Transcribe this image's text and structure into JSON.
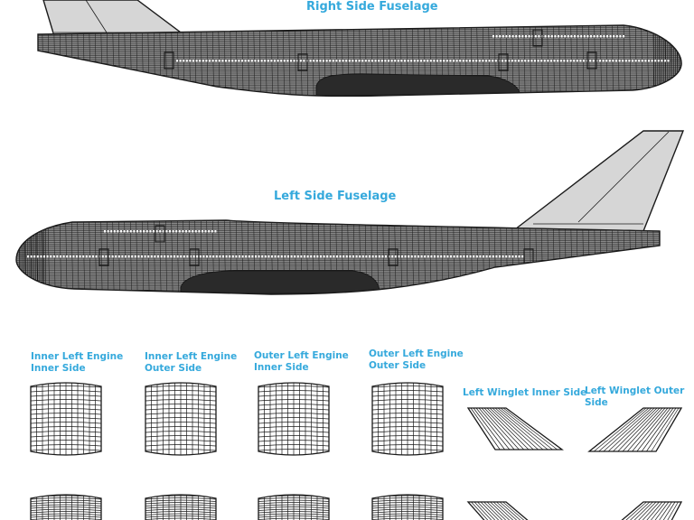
{
  "labels": {
    "right_fuselage": "Right Side Fuselage",
    "left_fuselage": "Left Side Fuselage",
    "engine1": [
      "Inner Left Engine",
      "Inner Side"
    ],
    "engine2": [
      "Inner Left Engine",
      "Outer Side"
    ],
    "engine3": [
      "Outer Left Engine",
      "Inner Side"
    ],
    "engine4": [
      "Outer Left Engine",
      "Outer Side"
    ],
    "winglet_inner": "Left Winglet Inner Side",
    "winglet_outer": "Left Winglet Outer Side"
  },
  "colors": {
    "label": "#35a9dc",
    "mesh": "#1a1a1a",
    "tail_fill": "#d6d6d6",
    "body_fill": "#8a8a8a"
  }
}
